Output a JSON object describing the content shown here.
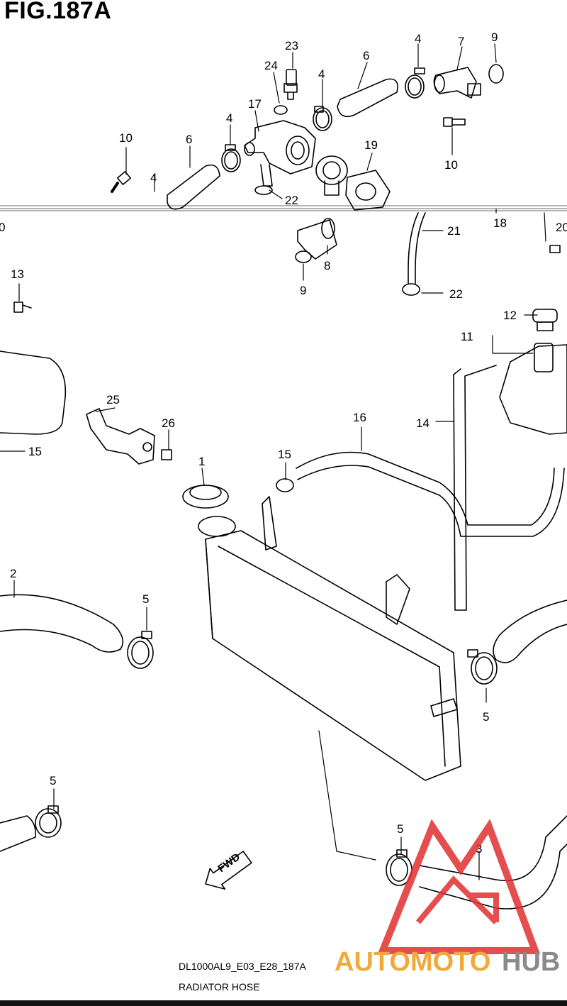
{
  "figure": {
    "title": "FIG.187A",
    "model_code": "DL1000AL9_E03_E28_187A",
    "name": "RADIATOR HOSE"
  },
  "direction_label": "FWD",
  "watermark": {
    "brand_primary": "AUTOMOTO",
    "brand_secondary": "HUB",
    "colors": {
      "primary": "#f0a93b",
      "secondary": "#8a8a8a",
      "logo": "#e03030"
    }
  },
  "callouts": [
    "23",
    "24",
    "4",
    "6",
    "4",
    "7",
    "9",
    "17",
    "4",
    "10",
    "6",
    "4",
    "19",
    "22",
    "10",
    "0",
    "21",
    "18",
    "20",
    "8",
    "9",
    "22",
    "13",
    "12",
    "11",
    "25",
    "26",
    "16",
    "14",
    "15",
    "15",
    "1",
    "2",
    "5",
    "5",
    "5",
    "5",
    "3"
  ],
  "line_color": "#000000"
}
